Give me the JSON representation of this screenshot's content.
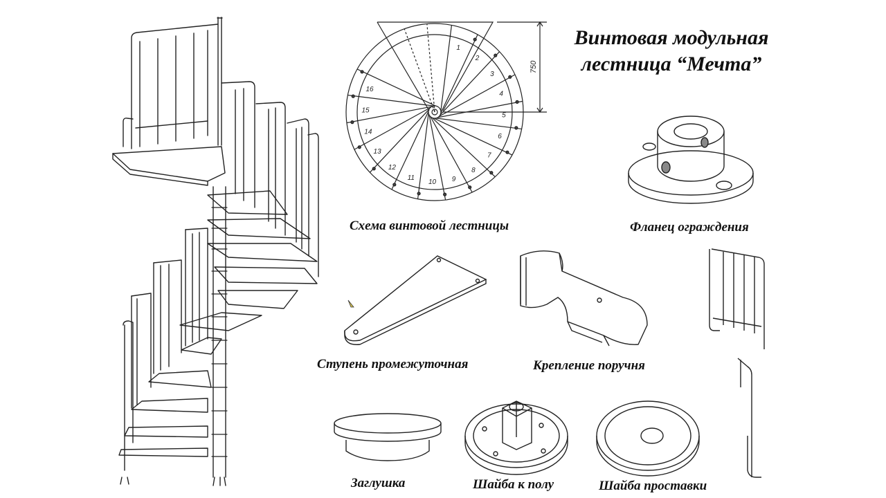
{
  "title": {
    "line1": "Винтовая модульная",
    "line2": "лестница “Мечта”"
  },
  "scheme": {
    "caption": "Схема винтовой лестницы",
    "dimension": "750",
    "steps": [
      "1",
      "2",
      "3",
      "4",
      "5",
      "6",
      "7",
      "8",
      "9",
      "10",
      "11",
      "12",
      "13",
      "14",
      "15",
      "16"
    ]
  },
  "parts": {
    "flange": "Фланец ограждения",
    "step": "Ступень промежуточная",
    "handrail_mount": "Крепление поручня",
    "plug": "Заглушка",
    "floor_washer": "Шайба к полу",
    "spacer_washer": "Шайба проставки"
  }
}
